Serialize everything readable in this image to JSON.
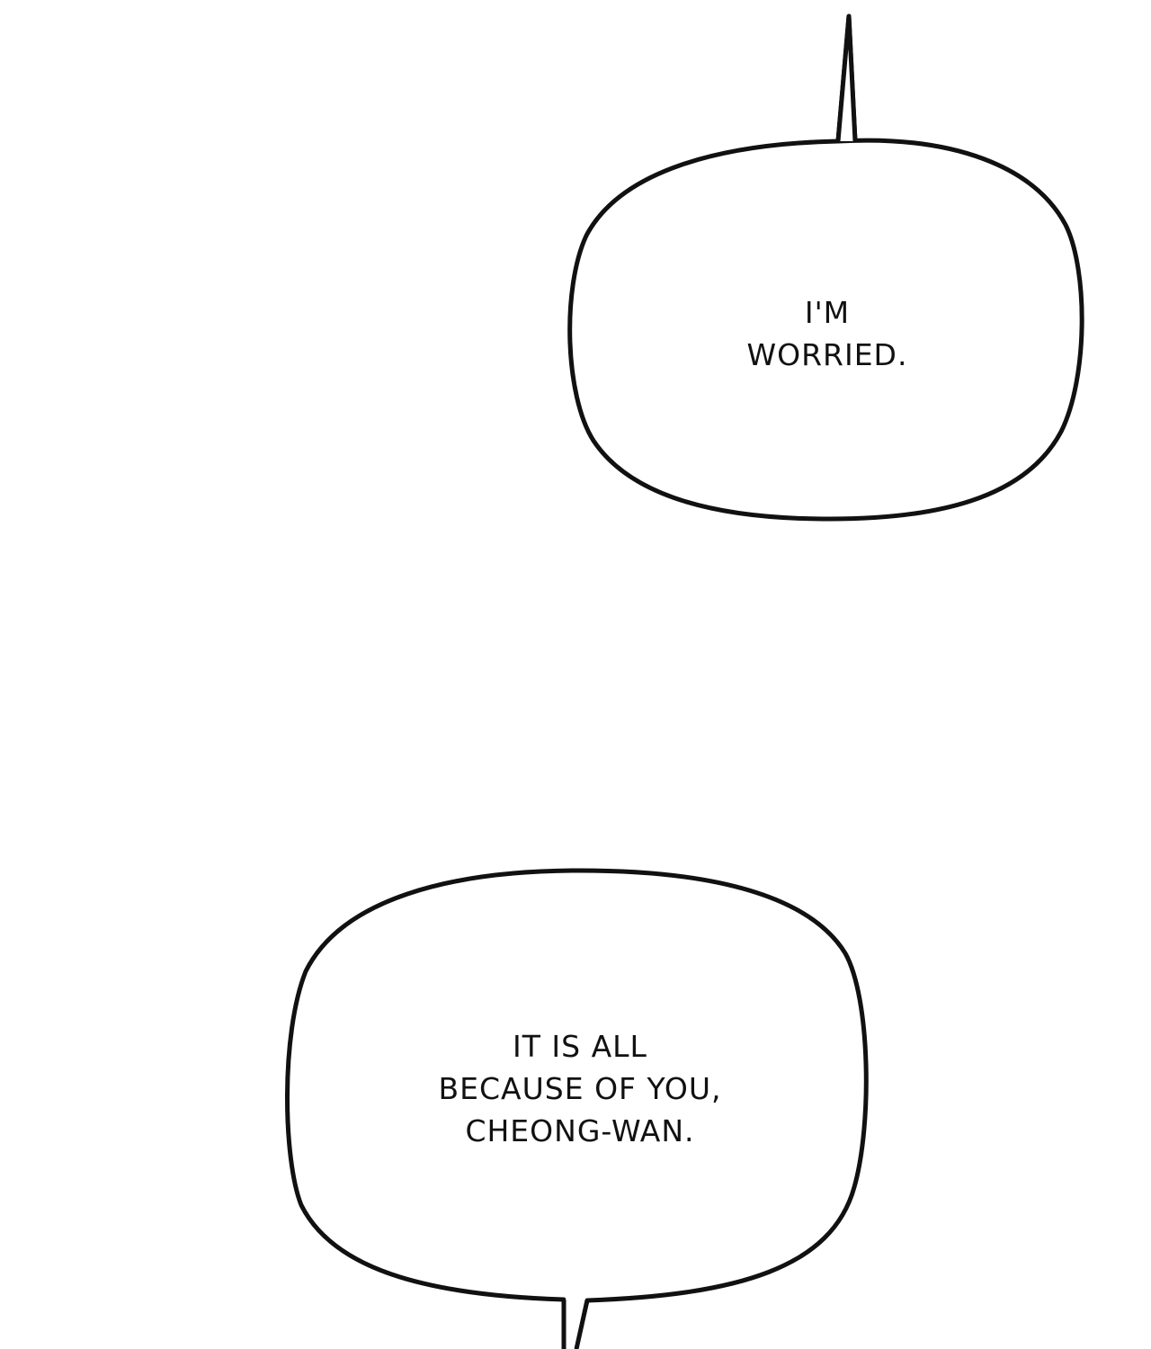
{
  "colors": {
    "background": "#ffffff",
    "ink": "#111111"
  },
  "bubbles": [
    {
      "lines": [
        "I'M",
        "WORRIED."
      ]
    },
    {
      "lines": [
        "IT IS ALL",
        "BECAUSE OF YOU,",
        "CHEONG-WAN."
      ]
    }
  ]
}
